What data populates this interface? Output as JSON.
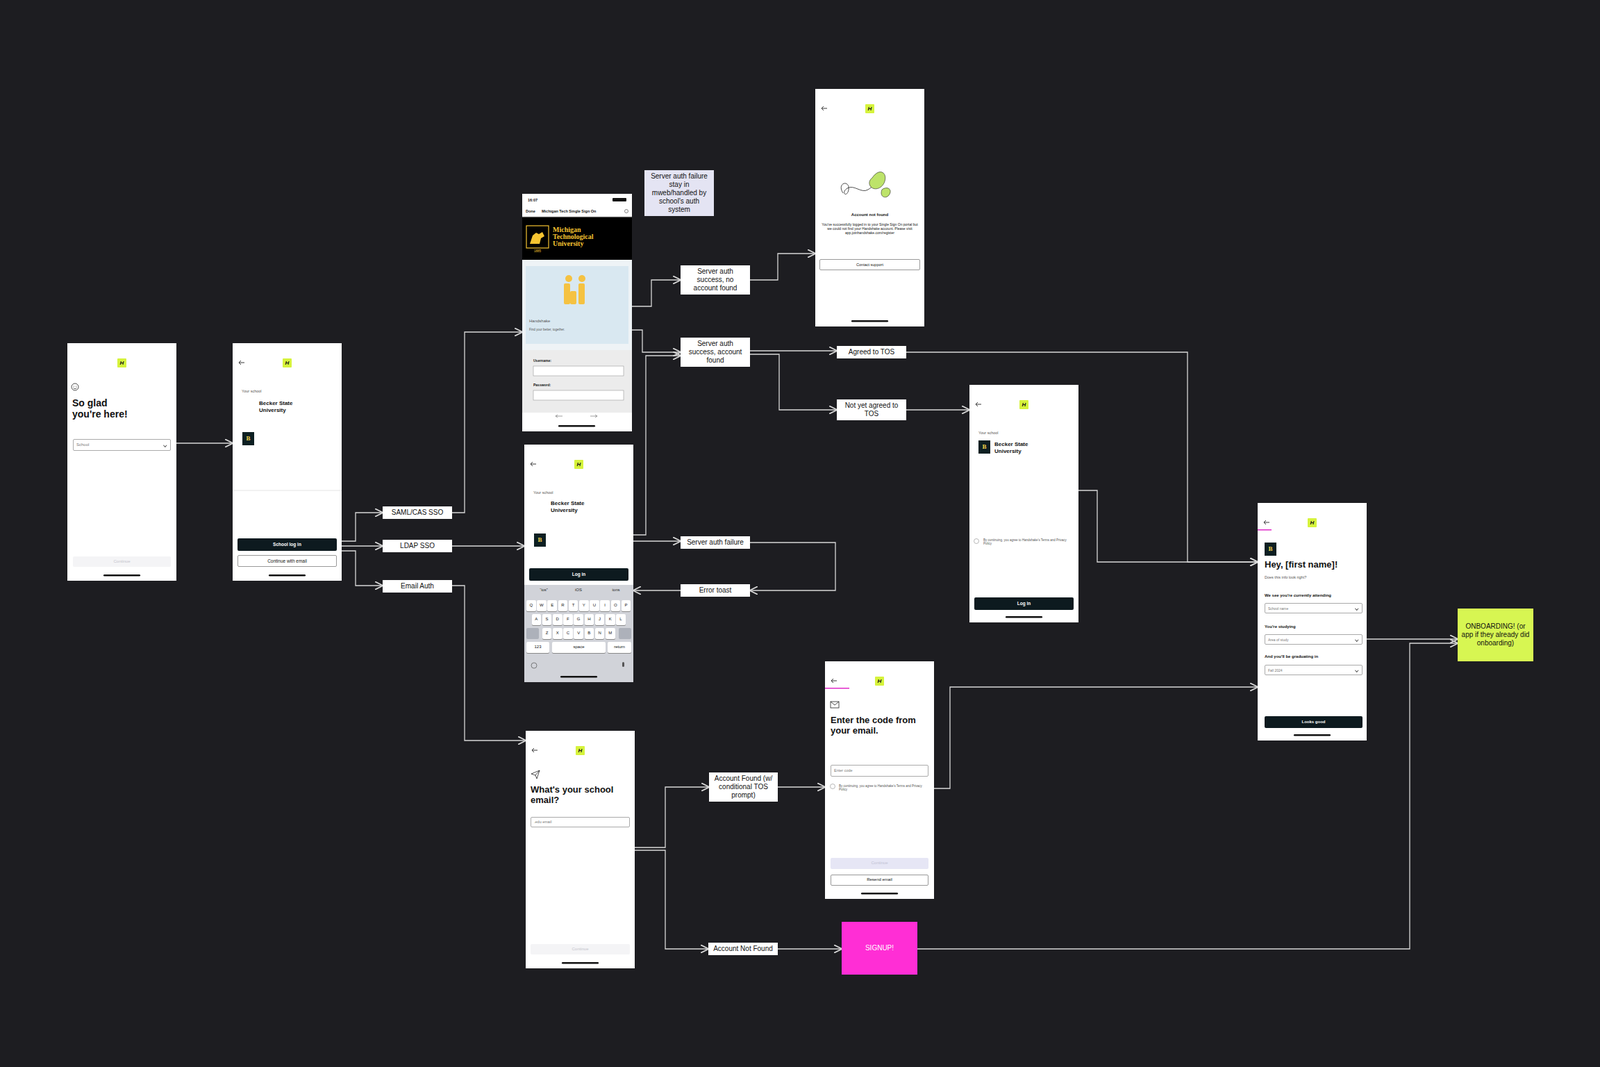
{
  "diagram": {
    "nodes": [
      {
        "text": [
          "H",
          "So glad you're here!",
          "School",
          "Continue"
        ]
      },
      {
        "text": [
          "H",
          "Your school",
          "Becker State University",
          "B",
          "School log in",
          "Continue with email"
        ]
      },
      {
        "text": [
          "SAML/CAS SSO"
        ]
      },
      {
        "text": [
          "LDAP SSO"
        ]
      },
      {
        "text": [
          "Email Auth"
        ]
      },
      {
        "text": [
          "16:07",
          "Done",
          "Michigan Tech Single Sign On",
          "1885",
          "Michigan Technological University",
          "Handshake",
          "Find your better, together.",
          "Username:",
          "Password:"
        ]
      },
      {
        "text": [
          "Server auth failure stay in mweb/handled by school's auth system"
        ]
      },
      {
        "text": [
          "H",
          "Your school",
          "Becker State University",
          "B",
          "Log in"
        ]
      },
      {
        "text": [
          "H",
          "What's your school email?",
          ".edu email",
          "Continue"
        ]
      },
      {
        "text": [
          "Server auth success, no account found"
        ]
      },
      {
        "text": [
          "Server auth success, account found"
        ]
      },
      {
        "text": [
          "Server auth failure"
        ]
      },
      {
        "text": [
          "Error toast"
        ]
      },
      {
        "text": [
          "Account Found (w/ conditional TOS prompt)"
        ]
      },
      {
        "text": [
          "Account Not Found"
        ]
      },
      {
        "text": [
          "H",
          "Account not found",
          "You've successfully logged in to your Single Sign On portal but we could not find your Handshake account. Please visit app.joinhandshake.com/register",
          "Contact support"
        ]
      },
      {
        "text": [
          "Agreed to TOS"
        ]
      },
      {
        "text": [
          "Not yet agreed to TOS"
        ]
      },
      {
        "text": [
          "H",
          "Enter the code from your email.",
          "Enter code",
          "By continuing, you agree to Handshake's Terms and Privacy Policy",
          "Continue",
          "Resend email"
        ]
      },
      {
        "text": [
          "SIGNUP!"
        ]
      },
      {
        "text": [
          "H",
          "Your school",
          "B",
          "Becker State University",
          "By continuing, you agree to Handshake's Terms and Privacy Policy",
          "Log in"
        ]
      },
      {
        "text": [
          "H",
          "B",
          "Hey, [first name]!",
          "Does this info look right?",
          "We see you're currently attending",
          "School name",
          "You're studying",
          "Area of study",
          "And you'll be graduating in",
          "Fall 2024",
          "Looks good"
        ]
      },
      {
        "text": [
          "ONBOARDING! (or app if they already did onboarding)"
        ]
      }
    ],
    "edges": [
      {
        "from": 0,
        "to": 1,
        "arrow": "to"
      },
      {
        "from": 1,
        "to": 2,
        "arrow": "to"
      },
      {
        "from": 1,
        "to": 3,
        "arrow": "to"
      },
      {
        "from": 1,
        "to": 4,
        "arrow": "to"
      },
      {
        "from": 2,
        "to": 5,
        "arrow": "to"
      },
      {
        "from": 3,
        "to": 7,
        "arrow": "to"
      },
      {
        "from": 4,
        "to": 8,
        "arrow": "to"
      },
      {
        "from": 5,
        "to": 9,
        "arrow": "to"
      },
      {
        "from": 5,
        "to": 10,
        "arrow": "to"
      },
      {
        "from": 7,
        "to": 10,
        "arrow": "to"
      },
      {
        "from": 7,
        "to": 11,
        "arrow": "to"
      },
      {
        "from": 9,
        "to": 15,
        "arrow": "to"
      },
      {
        "from": 10,
        "to": 16,
        "arrow": "to"
      },
      {
        "from": 10,
        "to": 17,
        "arrow": "to"
      },
      {
        "from": 16,
        "to": 21,
        "arrow": "to"
      },
      {
        "from": 17,
        "to": 20,
        "arrow": "to"
      },
      {
        "from": 20,
        "to": 21,
        "arrow": "to"
      },
      {
        "from": 11,
        "to": 12,
        "arrow": "to"
      },
      {
        "from": 12,
        "to": 7,
        "arrow": "to"
      },
      {
        "from": 8,
        "to": 13,
        "arrow": "to"
      },
      {
        "from": 8,
        "to": 14,
        "arrow": "to"
      },
      {
        "from": 13,
        "to": 18,
        "arrow": "to"
      },
      {
        "from": 14,
        "to": 19,
        "arrow": "to"
      },
      {
        "from": 18,
        "to": 21,
        "arrow": "to"
      },
      {
        "from": 21,
        "to": 22,
        "arrow": "to"
      },
      {
        "from": 19,
        "to": 22,
        "arrow": "to"
      }
    ],
    "labels": [
      "“ios”",
      "iOS",
      "ions",
      "Q",
      "W",
      "E",
      "R",
      "T",
      "Y",
      "U",
      "I",
      "O",
      "P",
      "A",
      "S",
      "D",
      "F",
      "G",
      "H",
      "J",
      "K",
      "L",
      "Z",
      "X",
      "C",
      "V",
      "B",
      "N",
      "M",
      "123",
      "space",
      "return"
    ]
  }
}
